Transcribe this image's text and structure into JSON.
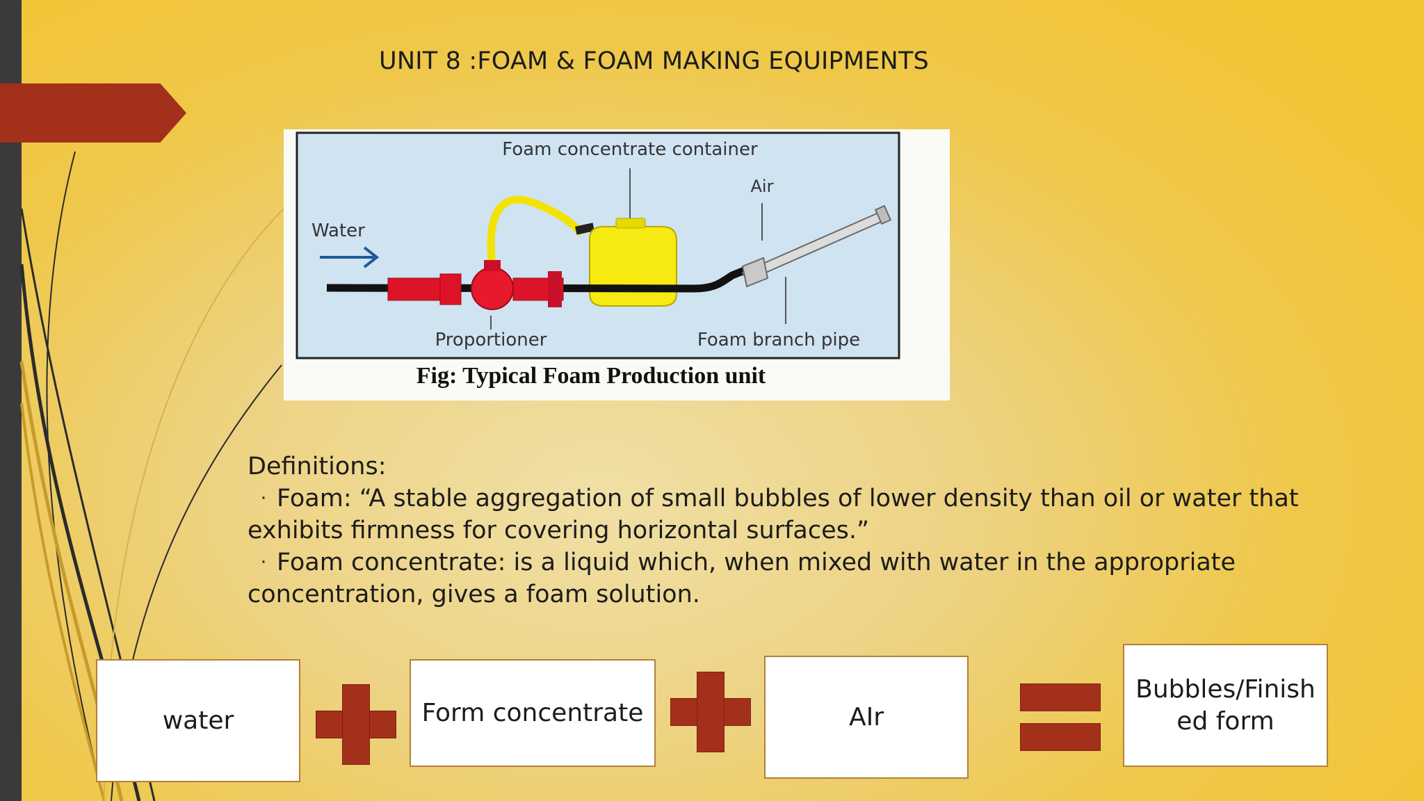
{
  "slide": {
    "title": "UNIT 8 :FOAM & FOAM MAKING EQUIPMENTS"
  },
  "figure": {
    "labels": {
      "container": "Foam concentrate container",
      "air": "Air",
      "water": "Water",
      "proportioner": "Proportioner",
      "branch_pipe": "Foam branch pipe"
    },
    "caption": "Fig: Typical Foam Production unit"
  },
  "definitions": {
    "heading": "Definitions:",
    "items": [
      {
        "line1": "Foam: “A stable aggregation of small bubbles of lower density than oil or water that",
        "line2": "exhibits  firmness for covering horizontal surfaces.”"
      },
      {
        "line1": "Foam concentrate: is a liquid which, when mixed with water in the appropriate",
        "line2": "concentration, gives a foam solution."
      }
    ],
    "bullet": "·"
  },
  "equation": {
    "terms": [
      "water",
      "Form concentrate",
      "AIr"
    ],
    "result_line1": "Bubbles/Finish",
    "result_line2": "ed form"
  },
  "colors": {
    "accent": "#a3301a",
    "side_bar": "#3a3a3a",
    "background": "#edd282"
  }
}
